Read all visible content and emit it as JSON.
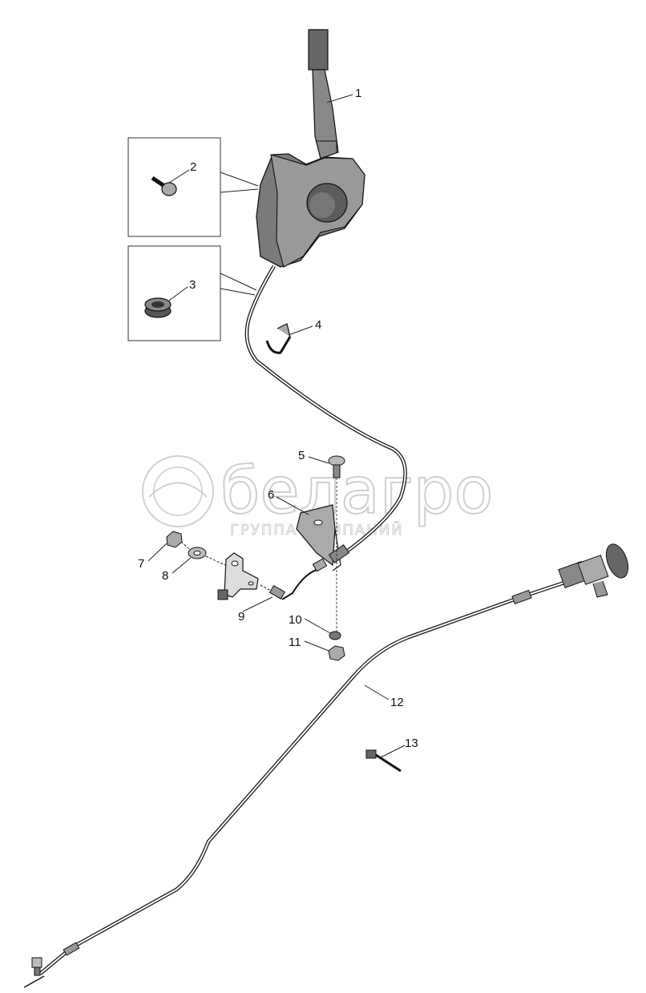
{
  "watermark": {
    "brand": "белагро",
    "subtitle": "ГРУППА КОМПАНИЙ"
  },
  "callouts": {
    "p1": "1",
    "p2": "2",
    "p3": "3",
    "p4": "4",
    "p5": "5",
    "p6": "6",
    "p7": "7",
    "p8": "8",
    "p9": "9",
    "p10": "10",
    "p11": "11",
    "p12": "12",
    "p13": "13"
  }
}
